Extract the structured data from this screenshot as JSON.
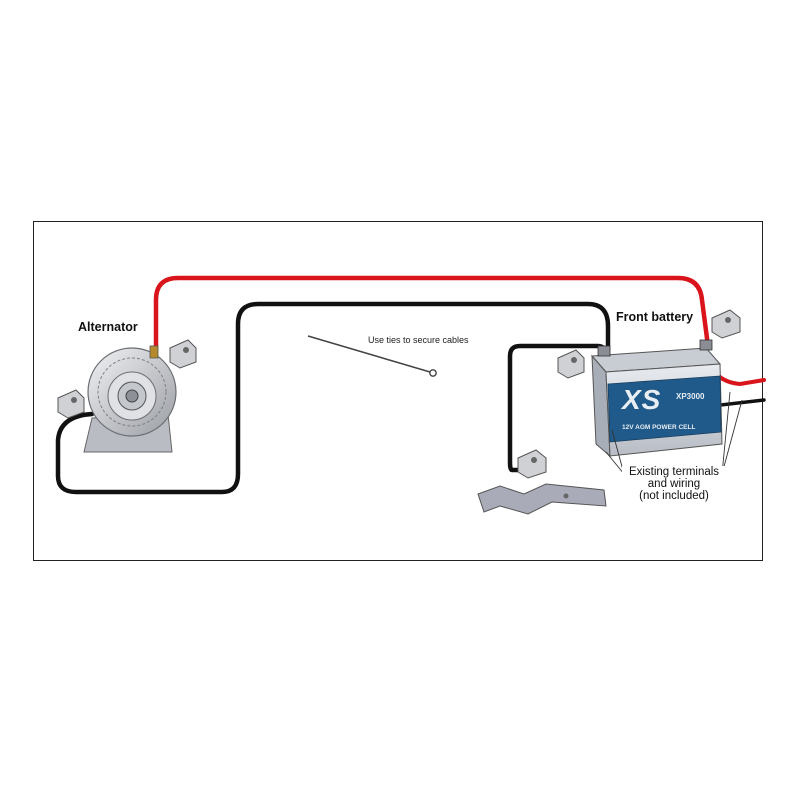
{
  "labels": {
    "alternator": "Alternator",
    "front_battery": "Front battery",
    "cable_ties_note": "Use ties to secure cables",
    "terminals_line1": "Existing terminals",
    "terminals_line2": "and wiring",
    "terminals_line3": "(not included)"
  },
  "battery_branding": {
    "logo": "XS",
    "model": "XP3000",
    "subtitle": "12V AGM POWER CELL"
  },
  "colors": {
    "positive_cable": "#d9141b",
    "ground_cable": "#111111",
    "metal": "#c9cbcf",
    "battery_body": "#d8dbe0",
    "battery_label": "#1f5a8a"
  }
}
